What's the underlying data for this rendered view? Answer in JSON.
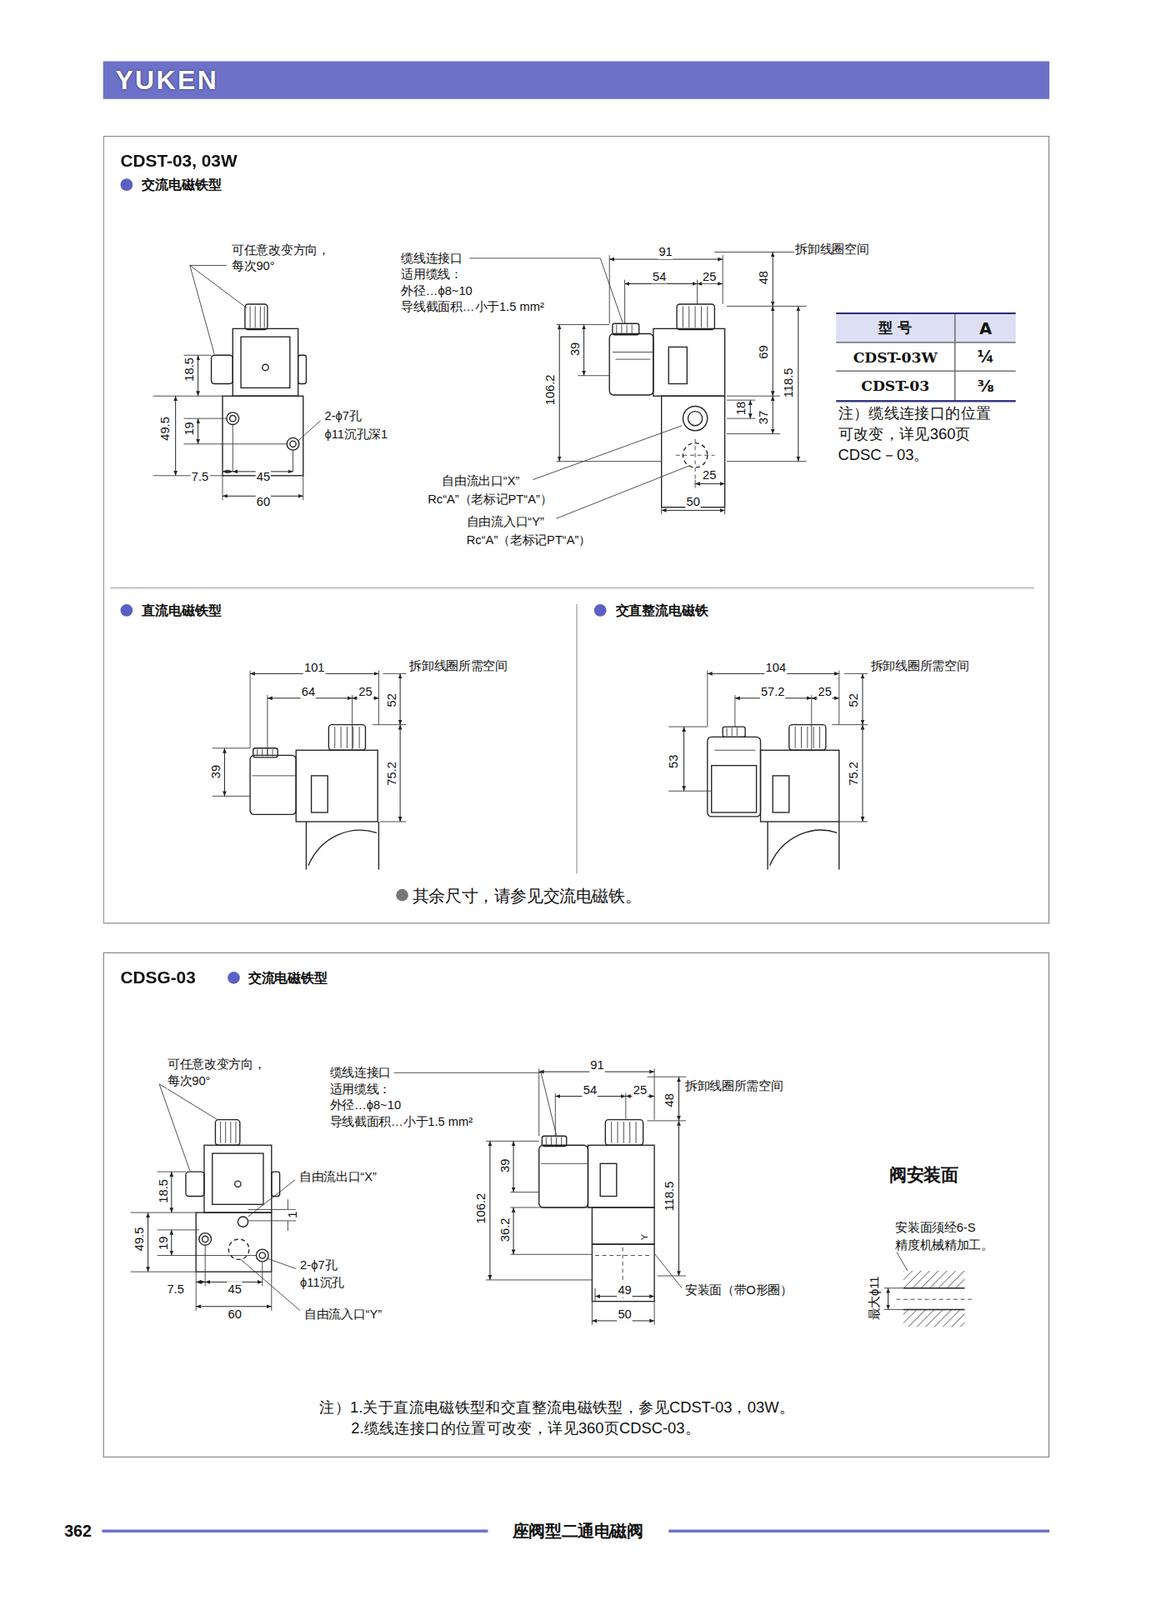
{
  "diagram": {
    "nodes": [
      {
        "text": [
          "YUKEN"
        ]
      },
      {
        "text": [
          "CDST-03, 03W"
        ]
      },
      {
        "text": [
          "型 号",
          "A",
          "CDST-03W",
          "¼",
          "CDST-03",
          "⅜"
        ],
        "in": 1
      },
      {
        "text": [
          "CDSG-03"
        ]
      }
    ],
    "labels": [
      "交流电磁铁型",
      "可任意改变方向， 每次90°",
      "18.5",
      "49.5",
      "19",
      "2-ϕ7孔",
      "ϕ11沉孔深1",
      "7.5",
      "45",
      "60",
      "缆线连接口",
      "适用缆线：",
      "外径…ϕ8~10",
      "导线截面积…小于1.5 mm²",
      "91",
      "54",
      "25",
      "48",
      "拆卸线圈空间",
      "39",
      "106.2",
      "69",
      "118.5",
      "18",
      "37",
      "25",
      "50",
      "自由流出口“X”",
      "Rc“A”（老标记PT“A”）",
      "自由流入口“Y”",
      "Rc“A”（老标记PT“A”）",
      "注）缆线连接口的位置可改变，详见360页CDSC－03。",
      "直流电磁铁型",
      "101",
      "64",
      "25",
      "52",
      "拆卸线圈所需空间",
      "39",
      "75.2",
      "交直整流电磁铁",
      "104",
      "57.2",
      "25",
      "52",
      "拆卸线圈所需空间",
      "53",
      "75.2",
      "其余尺寸，请参见交流电磁铁。",
      "交流电磁铁型",
      "可任意改变方向， 每次90°",
      "自由流出口“X”",
      "18.5",
      "49.5",
      "19",
      "1",
      "2-ϕ7孔",
      "ϕ11沉孔",
      "7.5",
      "45",
      "60",
      "自由流入口“Y”",
      "缆线连接口",
      "适用缆线：",
      "外径…ϕ8~10",
      "导线截面积…小于1.5 mm²",
      "91",
      "54",
      "25",
      "拆卸线圈所需空间",
      "48",
      "39",
      "106.2",
      "36.2",
      "118.5",
      "Y",
      "49",
      "50",
      "安装面（带O形圈）",
      "阀安装面",
      "安装面须经6-S",
      "精度机械精加工。",
      "最大ϕ11",
      "注）1.关于直流电磁铁型和交直整流电磁铁型，参见CDST-03，03W。",
      "2.缆线连接口的位置可改变，详见360页CDSC-03。",
      "362",
      "座阀型二通电磁阀"
    ]
  }
}
